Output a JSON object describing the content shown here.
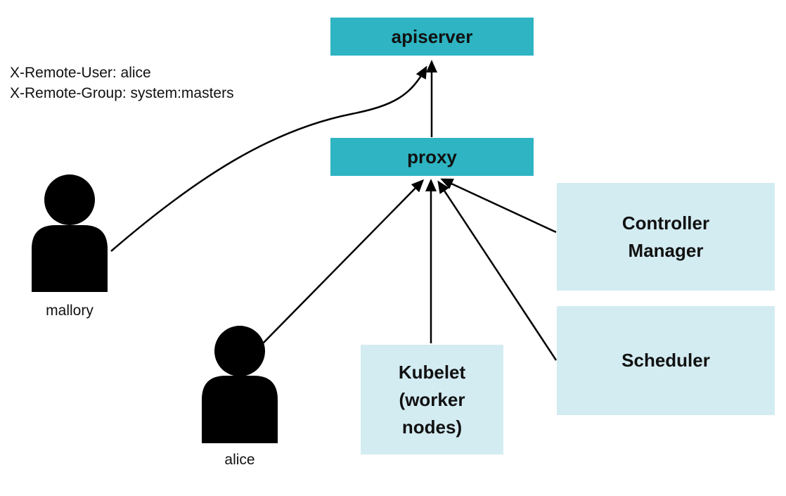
{
  "diagram": {
    "title": "Kubernetes proxy authentication diagram",
    "nodes": {
      "apiserver": "apiserver",
      "proxy": "proxy",
      "controller_manager": "Controller\nManager",
      "scheduler": "Scheduler",
      "kubelet": "Kubelet\n(worker\nnodes)"
    },
    "actors": {
      "mallory": "mallory",
      "alice": "alice"
    },
    "annotation": {
      "line1": "X-Remote-User: alice",
      "line2": "X-Remote-Group: system:masters"
    },
    "edges": [
      "proxy -> apiserver",
      "mallory -> apiserver (bypassing proxy, curved)",
      "alice -> proxy",
      "kubelet -> proxy",
      "scheduler -> proxy",
      "controller_manager -> proxy"
    ],
    "colors": {
      "teal_box": "#2eb4c2",
      "light_box": "#d3ecf2",
      "text": "#111111",
      "arrow": "#000000"
    }
  }
}
